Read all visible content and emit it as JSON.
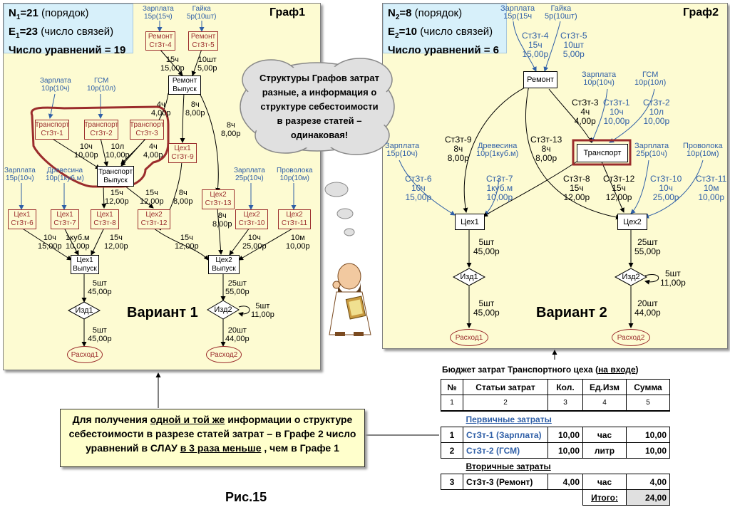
{
  "graph1": {
    "title": "Граф1",
    "header": {
      "n_label": "N",
      "n_sub": "1",
      "n_value": "=21",
      "n_note": " (порядок)",
      "e_label": "E",
      "e_sub": "1",
      "e_value": "=23",
      "e_note": " (число связей)",
      "eq": "Число уравнений = 19"
    },
    "variant": "Вариант 1",
    "nodes": {
      "remont_4": [
        "Ремонт",
        "СтЗт-4"
      ],
      "remont_5": [
        "Ремонт",
        "СтЗт-5"
      ],
      "remont_vypusk": [
        "Ремонт",
        "Выпуск"
      ],
      "transport_1": [
        "Транспорт",
        "СтЗт-1"
      ],
      "transport_2": [
        "Транспорт",
        "СтЗт-2"
      ],
      "transport_3": [
        "Транспорт",
        "СтЗт-3"
      ],
      "transport_vypusk": [
        "Транспорт",
        "Выпуск"
      ],
      "ceh1_9": [
        "Цех1",
        "СтЗт-9"
      ],
      "ceh2_13": [
        "Цех2",
        "СтЗт-13"
      ],
      "ceh1_6": [
        "Цех1",
        "СтЗт-6"
      ],
      "ceh1_7": [
        "Цех1",
        "СтЗт-7"
      ],
      "ceh1_8": [
        "Цех1",
        "СтЗт-8"
      ],
      "ceh2_12": [
        "Цех2",
        "СтЗт-12"
      ],
      "ceh2_10": [
        "Цех2",
        "СтЗт-10"
      ],
      "ceh2_11": [
        "Цех2",
        "СтЗт-11"
      ],
      "ceh1_vypusk": [
        "Цех1",
        "Выпуск"
      ],
      "ceh2_vypusk": [
        "Цех2",
        "Выпуск"
      ],
      "izd1": "Изд1",
      "izd2": "Изд2",
      "rashod1": "Расход1",
      "rashod2": "Расход2"
    },
    "inputs": {
      "zarplata_15": [
        "Зарплата",
        "15р(15ч)"
      ],
      "gayka": [
        "Гайка",
        "5р(10шт)"
      ],
      "zarplata_10": [
        "Зарплата",
        "10р(10ч)"
      ],
      "gsm": [
        "ГСМ",
        "10р(10л)"
      ],
      "zarplata_15b": [
        "Зарплата",
        "15р(10ч)"
      ],
      "drevesina": [
        "Древесина",
        "10р(1куб.м)"
      ],
      "zarplata_25": [
        "Зарплата",
        "25р(10ч)"
      ],
      "provoloka": [
        "Проволока",
        "10р(10м)"
      ]
    },
    "edges": {
      "e_4": [
        "15ч",
        "15,00р"
      ],
      "e_5": [
        "10шт",
        "5,00р"
      ],
      "e_r4": [
        "4ч",
        "4,00р"
      ],
      "e_r8a": [
        "8ч",
        "8,00р"
      ],
      "e_r8b": [
        "8ч",
        "8,00р"
      ],
      "e_t1": [
        "10ч",
        "10,00р"
      ],
      "e_t2": [
        "10л",
        "10,00р"
      ],
      "e_t3": [
        "4ч",
        "4,00р"
      ],
      "e_tv15": [
        "15ч",
        "12,00р"
      ],
      "e_tv15b": [
        "15ч",
        "12,00р"
      ],
      "e_c9": [
        "8ч",
        "8,00р"
      ],
      "e_c13": [
        "8ч",
        "8,00р"
      ],
      "e_c6": [
        "10ч",
        "15,00р"
      ],
      "e_c7": [
        "1куб.м",
        "10,00р"
      ],
      "e_c8": [
        "15ч",
        "12,00р"
      ],
      "e_c12": [
        "15ч",
        "12,00р"
      ],
      "e_c10": [
        "10ч",
        "25,00р"
      ],
      "e_c11": [
        "10м",
        "10,00р"
      ],
      "e_v1": [
        "5шт",
        "45,00р"
      ],
      "e_v2": [
        "25шт",
        "55,00р"
      ],
      "e_i1": [
        "5шт",
        "45,00р"
      ],
      "e_i2": [
        "20шт",
        "44,00р"
      ],
      "e_loop": [
        "5шт",
        "11,00р"
      ]
    }
  },
  "graph2": {
    "title": "Граф2",
    "header": {
      "n_label": "N",
      "n_sub": "2",
      "n_value": "=8",
      "n_note": " (порядок)",
      "e_label": "E",
      "e_sub": "2",
      "e_value": "=10",
      "e_note": " (число связей)",
      "eq": "Число уравнений = 6"
    },
    "variant": "Вариант 2",
    "nodes": {
      "remont": "Ремонт",
      "transport": "Транспорт",
      "ceh1": "Цех1",
      "ceh2": "Цех2",
      "izd1": "Изд1",
      "izd2": "Изд2",
      "rashod1": "Расход1",
      "rashod2": "Расход2"
    },
    "inputs": {
      "zarplata_15": [
        "Зарплата",
        "15р(15ч"
      ],
      "gayka": [
        "Гайка",
        "5р(10шт)"
      ],
      "zarplata_10": [
        "Зарплата",
        "10р(10ч)"
      ],
      "gsm": [
        "ГСМ",
        "10р(10л)"
      ],
      "zarplata_15b": [
        "Зарплата",
        "15р(10ч)"
      ],
      "drevesina": [
        "Древесина",
        "10р(1куб.м)"
      ],
      "zarplata_25": [
        "Зарплата",
        "25р(10ч)"
      ],
      "provoloka": [
        "Проволока",
        "10р(10м)"
      ]
    },
    "edges": {
      "st4": [
        "СтЗт-4",
        "15ч",
        "15,00р"
      ],
      "st5": [
        "СтЗт-5",
        "10шт",
        "5,00р"
      ],
      "st3": [
        "СтЗт-3",
        "4ч",
        "4,00р"
      ],
      "st1": [
        "СтЗт-1",
        "10ч",
        "10,00р"
      ],
      "st2": [
        "СтЗт-2",
        "10л",
        "10,00р"
      ],
      "st9": [
        "СтЗт-9",
        "8ч",
        "8,00р"
      ],
      "st13": [
        "СтЗт-13",
        "8ч",
        "8,00р"
      ],
      "st6": [
        "СтЗт-6",
        "10ч",
        "15,00р"
      ],
      "st7": [
        "СтЗт-7",
        "1куб.м",
        "10,00р"
      ],
      "st8": [
        "СтЗт-8",
        "15ч",
        "12,00р"
      ],
      "st12": [
        "СтЗт-12",
        "15ч",
        "12,00р"
      ],
      "st10": [
        "СтЗт-10",
        "10ч",
        "25,00р"
      ],
      "st11": [
        "СтЗт-11",
        "10м",
        "10,00р"
      ],
      "v1": [
        "5шт",
        "45,00р"
      ],
      "v2": [
        "25шт",
        "55,00р"
      ],
      "i1": [
        "5шт",
        "45,00р"
      ],
      "i2": [
        "20шт",
        "44,00р"
      ],
      "loop": [
        "5шт",
        "11,00р"
      ]
    }
  },
  "thought": "Структуры Графов затрат разные, а информация о структуре себестоимости в разрезе статей – одинаковая!",
  "callout": {
    "p1": "Для получения ",
    "p1u": "одной и той же",
    "p2": " информации о структуре себестоимости в разрезе статей затрат – в Графе 2 число уравнений в СЛАУ ",
    "p2u": "в 3 раза меньше",
    "p3": " , чем в Графе 1"
  },
  "budget": {
    "title": "Бюджет затрат Транспортного цеха (",
    "title_u": "на входе",
    "title_end": ")",
    "headers": [
      "№",
      "Статьи затрат",
      "Кол.",
      "Ед.Изм",
      "Сумма"
    ],
    "nums": [
      "1",
      "2",
      "3",
      "4",
      "5"
    ],
    "primary": "Первичные затраты",
    "secondary": "Вторичные затраты",
    "rows": [
      {
        "n": "1",
        "name": "СтЗт-1 (Зарплата)",
        "qty": "10,00",
        "unit": "час",
        "sum": "10,00"
      },
      {
        "n": "2",
        "name": "СтЗт-2 (ГСМ)",
        "qty": "10,00",
        "unit": "литр",
        "sum": "10,00"
      },
      {
        "n": "3",
        "name": "СтЗт-3 (Ремонт)",
        "qty": "4,00",
        "unit": "час",
        "sum": "4,00"
      }
    ],
    "total_label": "Итого:",
    "total": "24,00"
  },
  "caption": "Рис.15",
  "colors": {
    "panel": "#fdfbd2",
    "blue": "#2f5fa7",
    "red": "#9b2c2c",
    "header": "#d7f0fa"
  }
}
